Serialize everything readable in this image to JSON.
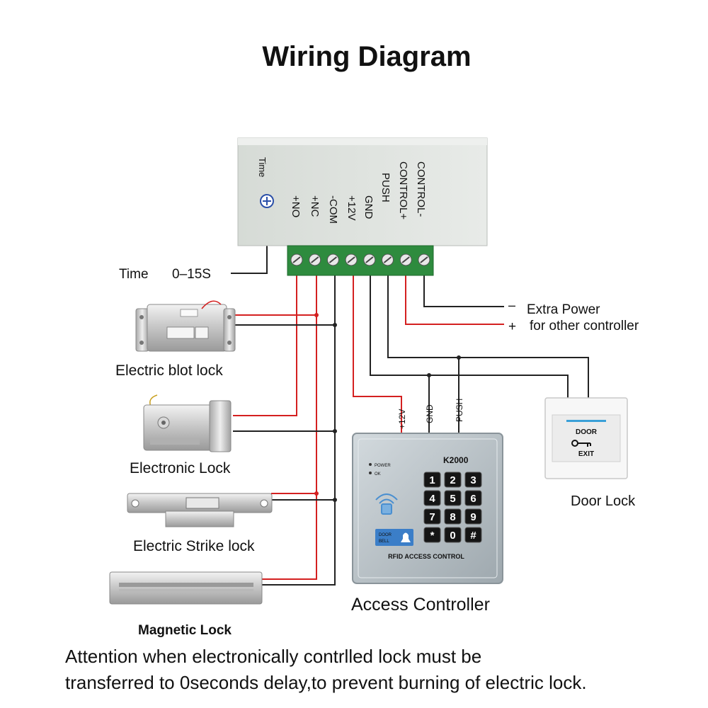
{
  "title": "Wiring Diagram",
  "power_supply": {
    "time_label": "Time",
    "terminals": [
      "+NO",
      "+NC",
      "-COM",
      "+12V",
      "GND",
      "PUSH",
      "CONTROL+",
      "CONTROL-"
    ]
  },
  "time_range": {
    "label": "Time",
    "value": "0–15S"
  },
  "extra_power": {
    "minus_sign": "–",
    "plus_sign": "+",
    "line1": "Extra Power",
    "line2": "for other controller"
  },
  "locks": {
    "electric_bolt": "Electric blot lock",
    "electronic": "Electronic Lock",
    "electric_strike": "Electric Strike lock",
    "magnetic": "Magnetic Lock"
  },
  "controller_wires": {
    "plus12v": "+12V",
    "gnd": "GND",
    "push": "PUSH"
  },
  "keypad": {
    "model": "K2000",
    "power_led": "POWER",
    "ok_led": "OK",
    "keys": [
      "1",
      "2",
      "3",
      "4",
      "5",
      "6",
      "7",
      "8",
      "9",
      "*",
      "0",
      "#"
    ],
    "doorbell_line1": "DOOR",
    "doorbell_line2": "BELL",
    "footer": "RFID ACCESS CONTROL",
    "caption": "Access Controller"
  },
  "exit_button": {
    "line1": "DOOR",
    "line2": "EXIT",
    "caption": "Door Lock"
  },
  "attention": {
    "line1": "Attention when electronically contrlled lock must be",
    "line2": "transferred to 0seconds delay,to prevent burning of electric lock."
  },
  "colors": {
    "red_wire": "#d42020",
    "black_wire": "#222222",
    "terminal_block": "#2e8b3e",
    "attention_text": "#e0201c",
    "keypad_body": "#b9c2c8",
    "power_box": "#dfe3df"
  },
  "icons": [
    "key-icon",
    "rfid-icon",
    "bell-icon",
    "adjust-screw-icon",
    "screw-terminal-icon"
  ]
}
